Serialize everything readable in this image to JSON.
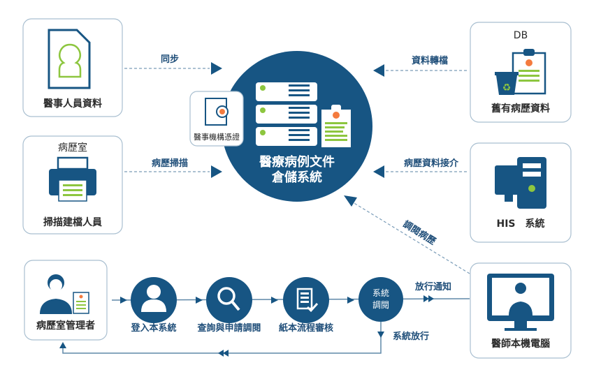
{
  "title": "醫療病例文件倉儲系統",
  "center": {
    "line1": "醫療病例文件",
    "line2": "倉儲系統",
    "badge": "醫事機構憑證"
  },
  "left_top": {
    "label": "醫事人員資料",
    "arrow": "同步"
  },
  "left_mid": {
    "header": "病歷室",
    "label": "掃描建檔人員",
    "arrow": "病歷掃描"
  },
  "right_top": {
    "header": "DB",
    "label": "舊有病歷資料",
    "arrow": "資料轉檔"
  },
  "right_mid": {
    "label": "HIS　系統",
    "arrow": "病歷資料接介"
  },
  "doctor": {
    "label": "醫師本機電腦",
    "arrow": "調閱病歷",
    "notify": "放行通知"
  },
  "flow": {
    "manager": "病歷室管理者",
    "steps": [
      "登入本系統",
      "查詢與申請調閱",
      "紙本流程審核"
    ],
    "final_line1": "系統",
    "final_line2": "調閱",
    "release": "系統放行"
  },
  "colors": {
    "primary": "#175583",
    "green": "#8dc63f",
    "orange": "#f47b3e"
  }
}
